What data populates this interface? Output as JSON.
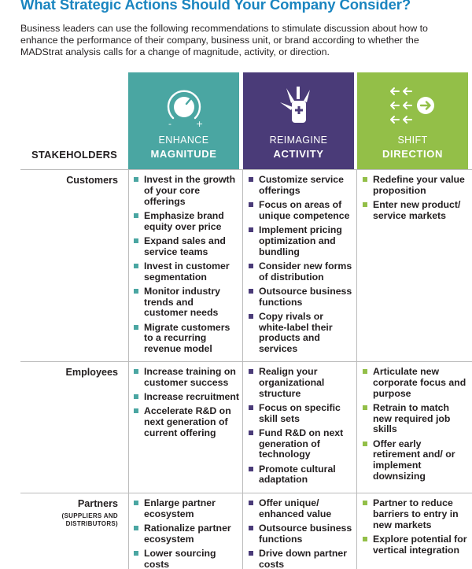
{
  "title": "What Strategic Actions Should Your Company Consider?",
  "intro": "Business leaders can use the following recommendations to stimulate discussion about how to enhance the performance of their company, business unit, or brand according to whether the MADStrat analysis calls for a change of magnitude, activity, or direction.",
  "stakeholders_label": "STAKEHOLDERS",
  "columns": {
    "magnitude": {
      "line1": "ENHANCE",
      "line2": "MAGNITUDE",
      "icon": "dial-knob-icon",
      "color": "#4aa6a2",
      "minus": "-",
      "plus": "+"
    },
    "activity": {
      "line1": "REIMAGINE",
      "line2": "ACTIVITY",
      "icon": "multi-tool-icon",
      "color": "#4a3b78"
    },
    "direction": {
      "line1": "SHIFT",
      "line2": "DIRECTION",
      "icon": "arrows-direction-icon",
      "color": "#93bf48"
    }
  },
  "rows": [
    {
      "label": "Customers",
      "sublabel": "",
      "magnitude": [
        "Invest in the growth of your core offerings",
        "Emphasize brand equity over price",
        "Expand sales and service teams",
        "Invest in customer segmentation",
        "Monitor industry trends and customer needs",
        "Migrate customers to a recurring revenue model"
      ],
      "activity": [
        "Customize service offerings",
        "Focus on areas of unique competence",
        "Implement pricing optimization and bundling",
        "Consider new forms of distribution",
        "Outsource business functions",
        "Copy rivals or white-label their products and services"
      ],
      "direction": [
        "Redefine your value proposition",
        "Enter new product/ service markets"
      ]
    },
    {
      "label": "Employees",
      "sublabel": "",
      "magnitude": [
        "Increase training on customer success",
        "Increase recruitment",
        "Accelerate R&D on next generation of current offering"
      ],
      "activity": [
        "Realign your organizational structure",
        "Focus on specific skill sets",
        "Fund R&D on next generation of technology",
        "Promote cultural adaptation"
      ],
      "direction": [
        "Articulate new corporate focus and purpose",
        "Retrain to match new required job skills",
        "Offer early retirement and/ or implement downsizing"
      ]
    },
    {
      "label": "Partners",
      "sublabel": "(SUPPLIERS AND DISTRIBUTORS)",
      "magnitude": [
        "Enlarge partner ecosystem",
        "Rationalize partner ecosystem",
        "Lower sourcing costs"
      ],
      "activity": [
        "Offer unique/ enhanced value",
        "Outsource business functions",
        "Drive down partner costs"
      ],
      "direction": [
        "Partner to reduce barriers to entry in new markets",
        "Explore potential for vertical integration"
      ]
    }
  ]
}
